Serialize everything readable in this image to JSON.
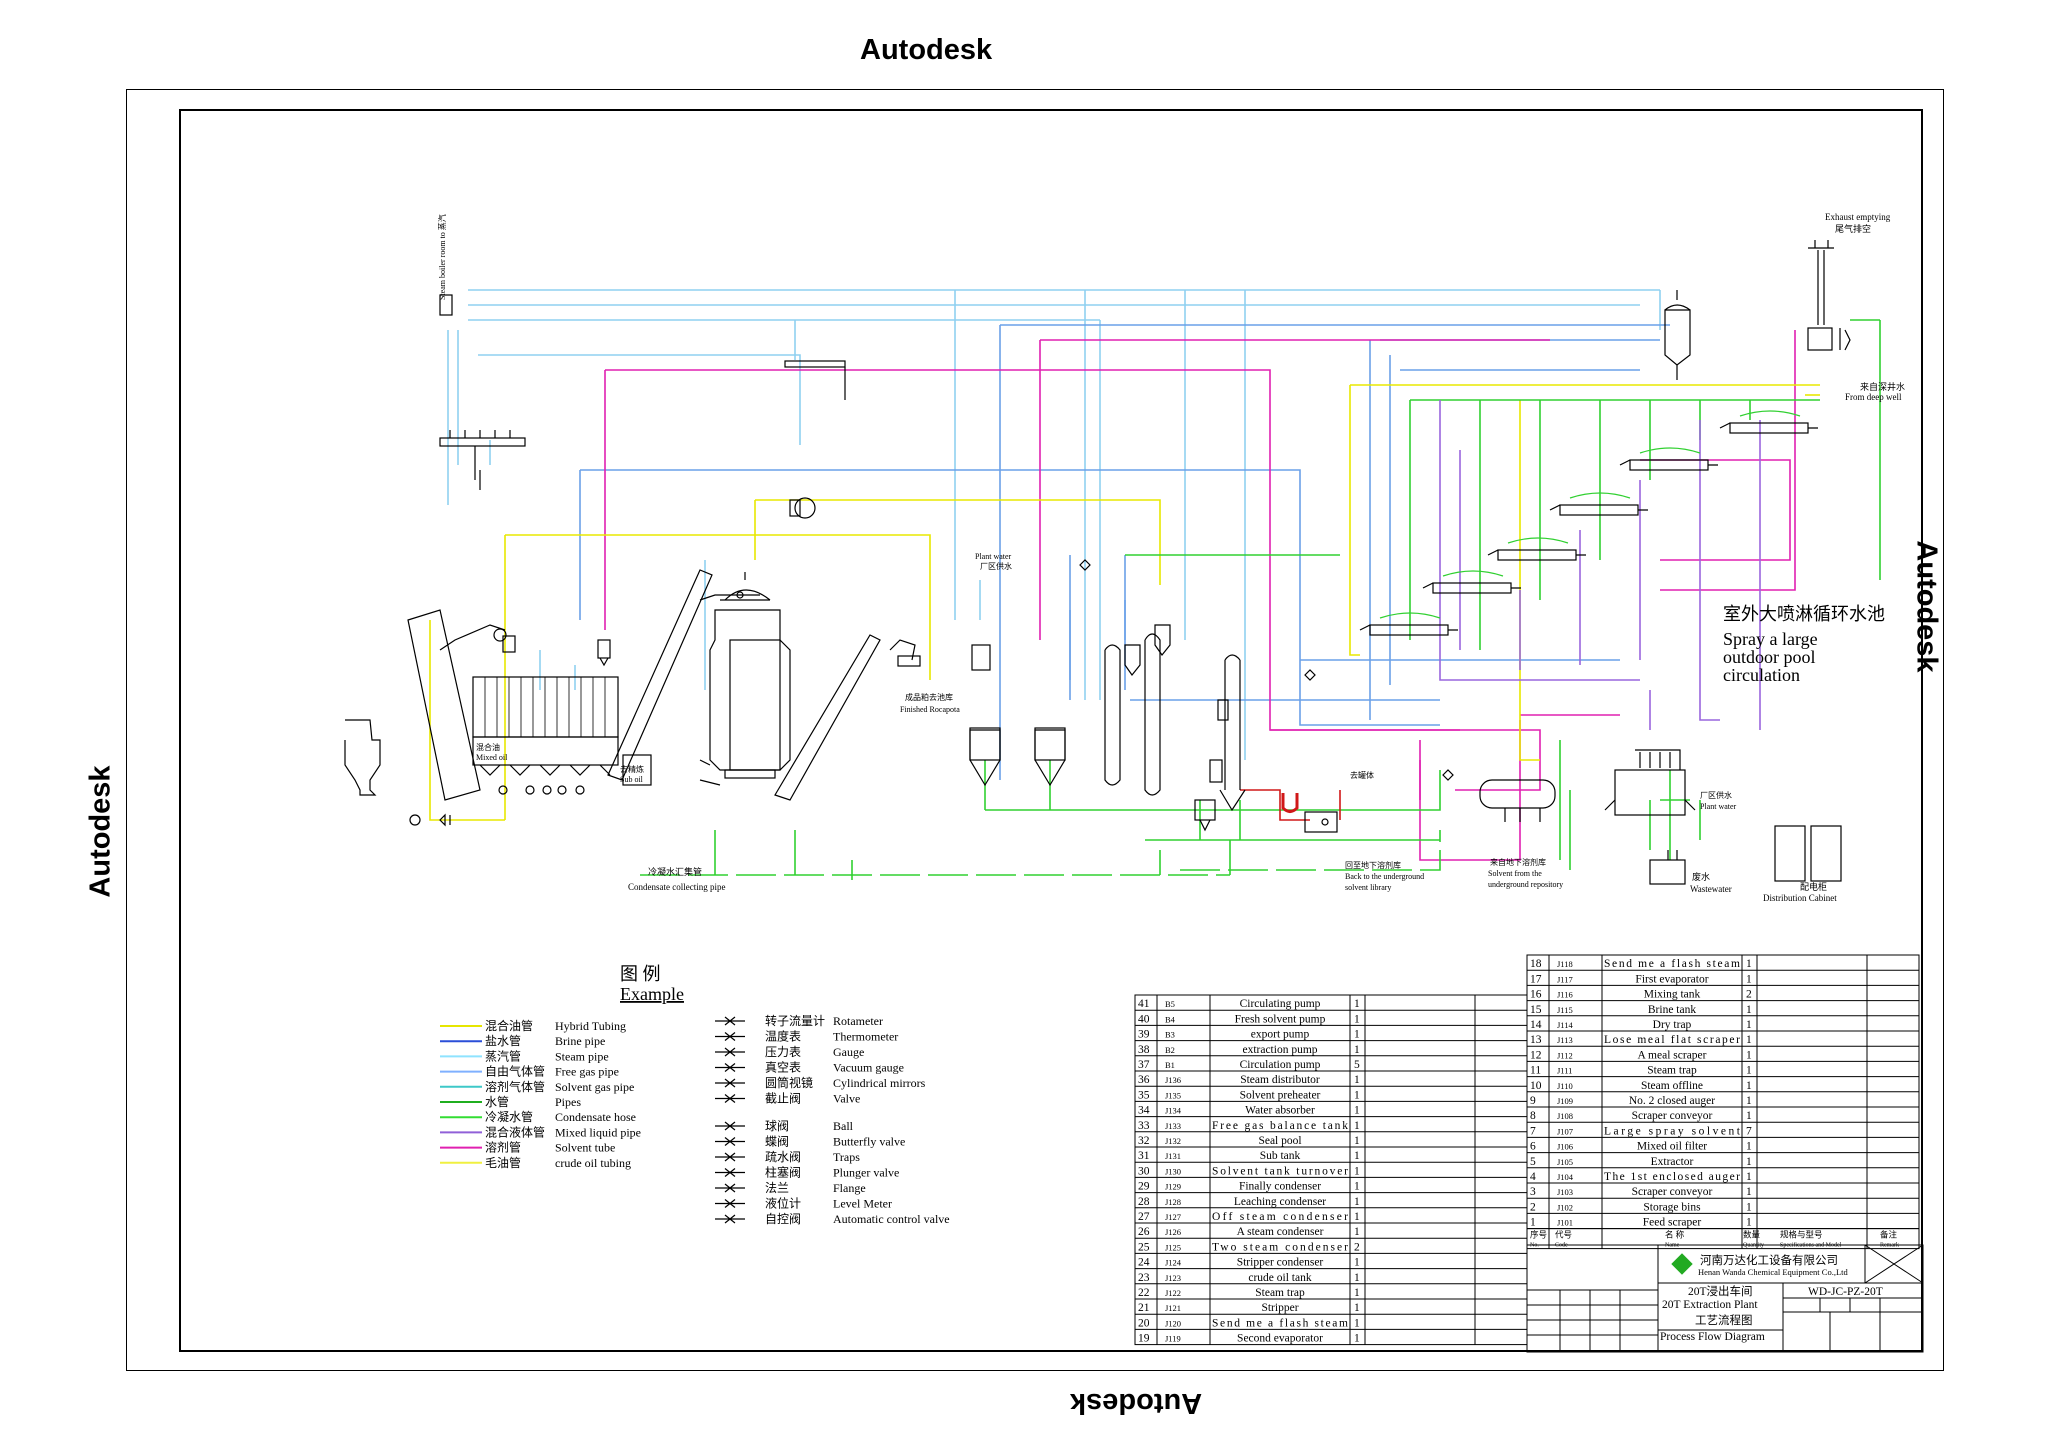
{
  "watermark": "Autodesk",
  "legend": {
    "title_cn": "图 例",
    "title_en": "Example",
    "pipes": [
      {
        "cn": "混合油管",
        "en": "Hybrid Tubing",
        "color": "#e6e600"
      },
      {
        "cn": "盐水管",
        "en": "Brine pipe",
        "color": "#2a4fd8"
      },
      {
        "cn": "蒸汽管",
        "en": "Steam pipe",
        "color": "#8fe3ff"
      },
      {
        "cn": "自由气体管",
        "en": "Free gas pipe",
        "color": "#7fb0ff"
      },
      {
        "cn": "溶剂气体管",
        "en": "Solvent gas pipe",
        "color": "#3ec8c8"
      },
      {
        "cn": "水管",
        "en": "Pipes",
        "color": "#1fae1f"
      },
      {
        "cn": "冷凝水管",
        "en": "Condensate hose",
        "color": "#33dd33"
      },
      {
        "cn": "混合液体管",
        "en": "Mixed liquid pipe",
        "color": "#9060d8"
      },
      {
        "cn": "溶剂管",
        "en": "Solvent tube",
        "color": "#e020b0"
      },
      {
        "cn": "毛油管",
        "en": "crude oil tubing",
        "color": "#f0f040"
      }
    ],
    "symbols": [
      {
        "cn": "转子流量计",
        "en": "Rotameter"
      },
      {
        "cn": "温度表",
        "en": "Thermometer"
      },
      {
        "cn": "压力表",
        "en": "Gauge"
      },
      {
        "cn": "真空表",
        "en": "Vacuum gauge"
      },
      {
        "cn": "圆筒视镜",
        "en": "Cylindrical mirrors"
      },
      {
        "cn": "截止阀",
        "en": "Valve"
      },
      {
        "cn": "球阀",
        "en": "Ball"
      },
      {
        "cn": "蝶阀",
        "en": "Butterfly valve"
      },
      {
        "cn": "疏水阀",
        "en": "Traps"
      },
      {
        "cn": "柱塞阀",
        "en": "Plunger valve"
      },
      {
        "cn": "法兰",
        "en": "Flange"
      },
      {
        "cn": "液位计",
        "en": "Level Meter"
      },
      {
        "cn": "自控阀",
        "en": "Automatic control valve"
      }
    ]
  },
  "labels": {
    "steam_boiler": "Steam boiler room to 蒸汽",
    "exhaust": "Exhaust emptying",
    "exhaust_cn": "尾气排空",
    "deep_well_cn": "来自深井水",
    "deep_well": "From deep well",
    "plant_water_top": "Plant water",
    "plant_water_top_cn": "厂区供水",
    "finished_meal_cn": "成品粕去池库",
    "finished_meal": "Finished Rocapota",
    "condensate_cn": "冷凝水汇集管",
    "condensate": "Condensate collecting pipe",
    "back_underground_cn": "回至地下溶剂库",
    "back_underground_1": "Back to the underground",
    "back_underground_2": "solvent library",
    "solvent_from_cn": "来自地下溶剂库",
    "solvent_from_1": "Solvent from the",
    "solvent_from_2": "underground repository",
    "wastewater_cn": "废水",
    "wastewater": "Wastewater",
    "distribution_cn": "配电柜",
    "distribution": "Distribution Cabinet",
    "plant_water_right_cn": "厂区供水",
    "plant_water_right": "Plant water",
    "go_tank_cn": "去罐体",
    "spray_cn": "室外大喷淋循环水池",
    "spray_1": "Spray a large",
    "spray_2": "outdoor pool",
    "spray_3": "circulation",
    "mixed_oil_cn": "混合油",
    "mixed_oil": "Mixed oil",
    "sub_cn": "去精炼",
    "sub": "Sub oil"
  },
  "table_left": [
    [
      "41",
      "B5",
      "Circulating pump",
      "1"
    ],
    [
      "40",
      "B4",
      "Fresh solvent pump",
      "1"
    ],
    [
      "39",
      "B3",
      "export pump",
      "1"
    ],
    [
      "38",
      "B2",
      "extraction pump",
      "1"
    ],
    [
      "37",
      "B1",
      "Circulation pump",
      "5"
    ],
    [
      "36",
      "J136",
      "Steam distributor",
      "1"
    ],
    [
      "35",
      "J135",
      "Solvent preheater",
      "1"
    ],
    [
      "34",
      "J134",
      "Water absorber",
      "1"
    ],
    [
      "33",
      "J133",
      "Free gas balance tank",
      "1"
    ],
    [
      "32",
      "J132",
      "Seal pool",
      "1"
    ],
    [
      "31",
      "J131",
      "Sub tank",
      "1"
    ],
    [
      "30",
      "J130",
      "Solvent tank turnover",
      "1"
    ],
    [
      "29",
      "J129",
      "Finally condenser",
      "1"
    ],
    [
      "28",
      "J128",
      "Leaching condenser",
      "1"
    ],
    [
      "27",
      "J127",
      "Off steam condenser",
      "1"
    ],
    [
      "26",
      "J126",
      "A steam condenser",
      "1"
    ],
    [
      "25",
      "J125",
      "Two steam condenser",
      "2"
    ],
    [
      "24",
      "J124",
      "Stripper condenser",
      "1"
    ],
    [
      "23",
      "J123",
      "crude oil tank",
      "1"
    ],
    [
      "22",
      "J122",
      "Steam trap",
      "1"
    ],
    [
      "21",
      "J121",
      "Stripper",
      "1"
    ],
    [
      "20",
      "J120",
      "Send me a flash steam",
      "1"
    ],
    [
      "19",
      "J119",
      "Second evaporator",
      "1"
    ]
  ],
  "table_right": [
    [
      "18",
      "J118",
      "Send me a flash steam",
      "1"
    ],
    [
      "17",
      "J117",
      "First evaporator",
      "1"
    ],
    [
      "16",
      "J116",
      "Mixing tank",
      "2"
    ],
    [
      "15",
      "J115",
      "Brine tank",
      "1"
    ],
    [
      "14",
      "J114",
      "Dry trap",
      "1"
    ],
    [
      "13",
      "J113",
      "Lose meal flat scraper",
      "1"
    ],
    [
      "12",
      "J112",
      "A meal scraper",
      "1"
    ],
    [
      "11",
      "J111",
      "Steam trap",
      "1"
    ],
    [
      "10",
      "J110",
      "Steam offline",
      "1"
    ],
    [
      "9",
      "J109",
      "No. 2 closed auger",
      "1"
    ],
    [
      "8",
      "J108",
      "Scraper conveyor",
      "1"
    ],
    [
      "7",
      "J107",
      "Large spray solvent",
      "7"
    ],
    [
      "6",
      "J106",
      "Mixed oil filter",
      "1"
    ],
    [
      "5",
      "J105",
      "Extractor",
      "1"
    ],
    [
      "4",
      "J104",
      "The 1st enclosed auger",
      "1"
    ],
    [
      "3",
      "J103",
      "Scraper conveyor",
      "1"
    ],
    [
      "2",
      "J102",
      "Storage bins",
      "1"
    ],
    [
      "1",
      "J101",
      "Feed scraper",
      "1"
    ]
  ],
  "table_header": {
    "no_cn": "序号",
    "no_en": "No.",
    "code_cn": "代号",
    "code_en": "Code",
    "name_cn": "名 称",
    "name_en": "Name",
    "qty_cn": "数量",
    "qty_en": "Quantity",
    "spec_cn": "规格与型号",
    "spec_en": "Specifications and Model",
    "remark_cn": "备注",
    "remark_en": "Remark"
  },
  "title_block": {
    "company_cn": "河南万达化工设备有限公司",
    "company_en": "Henan Wanda Chemical Equipment Co.,Ltd",
    "project_cn": "20T浸出车间",
    "project_en": "20T Extraction Plant",
    "drawing_cn": "工艺流程图",
    "drawing_en": "Process Flow Diagram",
    "drawing_no": "WD-JC-PZ-20T"
  },
  "colors": {
    "yellow": "#e8e800",
    "magenta": "#e020b0",
    "lightblue": "#8fd0f0",
    "blue": "#6aa0e8",
    "green": "#30d030",
    "purple": "#9966dd",
    "red": "#d01818",
    "cyan": "#40c8c8"
  }
}
